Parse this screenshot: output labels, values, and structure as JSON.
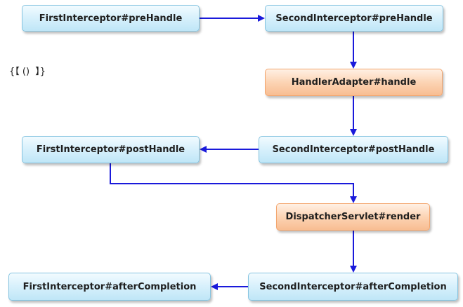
{
  "nodes": {
    "first_pre": "FirstInterceptor#preHandle",
    "second_pre": "SecondInterceptor#preHandle",
    "handler_adapter": "HandlerAdapter#handle",
    "first_post": "FirstInterceptor#postHandle",
    "second_post": "SecondInterceptor#postHandle",
    "dispatcher_render": "DispatcherServlet#render",
    "first_after": "FirstInterceptor#afterCompletion",
    "second_after": "SecondInterceptor#afterCompletion"
  },
  "note": "{【 ()  】}",
  "colors": {
    "arrow": "#1a1adb",
    "blue_border": "#86c4e0",
    "orange_border": "#f3a56d"
  }
}
